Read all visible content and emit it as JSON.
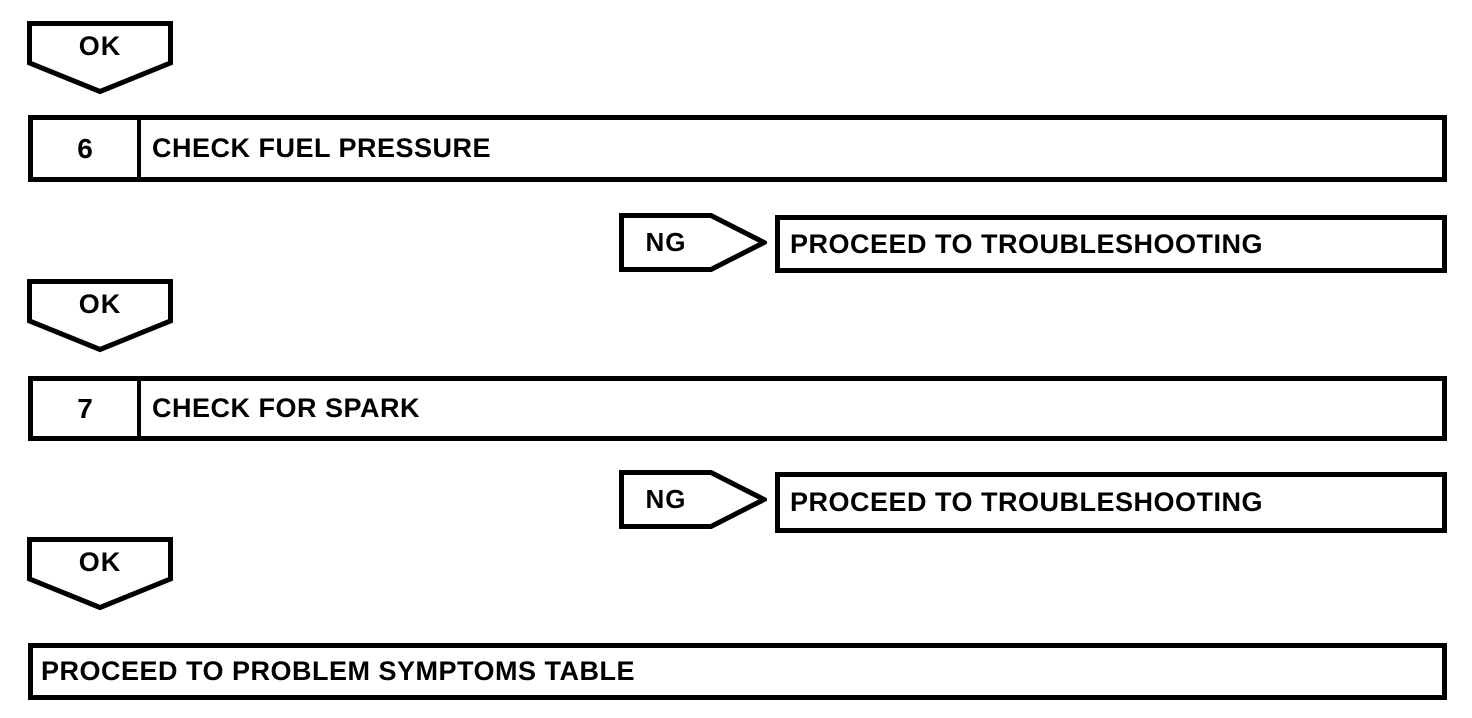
{
  "colors": {
    "line": "#000000",
    "background": "#ffffff"
  },
  "connectors": [
    {
      "label": "OK"
    },
    {
      "label": "OK"
    },
    {
      "label": "OK"
    }
  ],
  "steps": [
    {
      "number": "6",
      "title": "CHECK FUEL PRESSURE",
      "branch": {
        "label": "NG",
        "result": "PROCEED TO TROUBLESHOOTING"
      }
    },
    {
      "number": "7",
      "title": "CHECK FOR SPARK",
      "branch": {
        "label": "NG",
        "result": "PROCEED TO TROUBLESHOOTING"
      }
    }
  ],
  "final_step": {
    "title": "PROCEED TO PROBLEM SYMPTOMS TABLE"
  }
}
